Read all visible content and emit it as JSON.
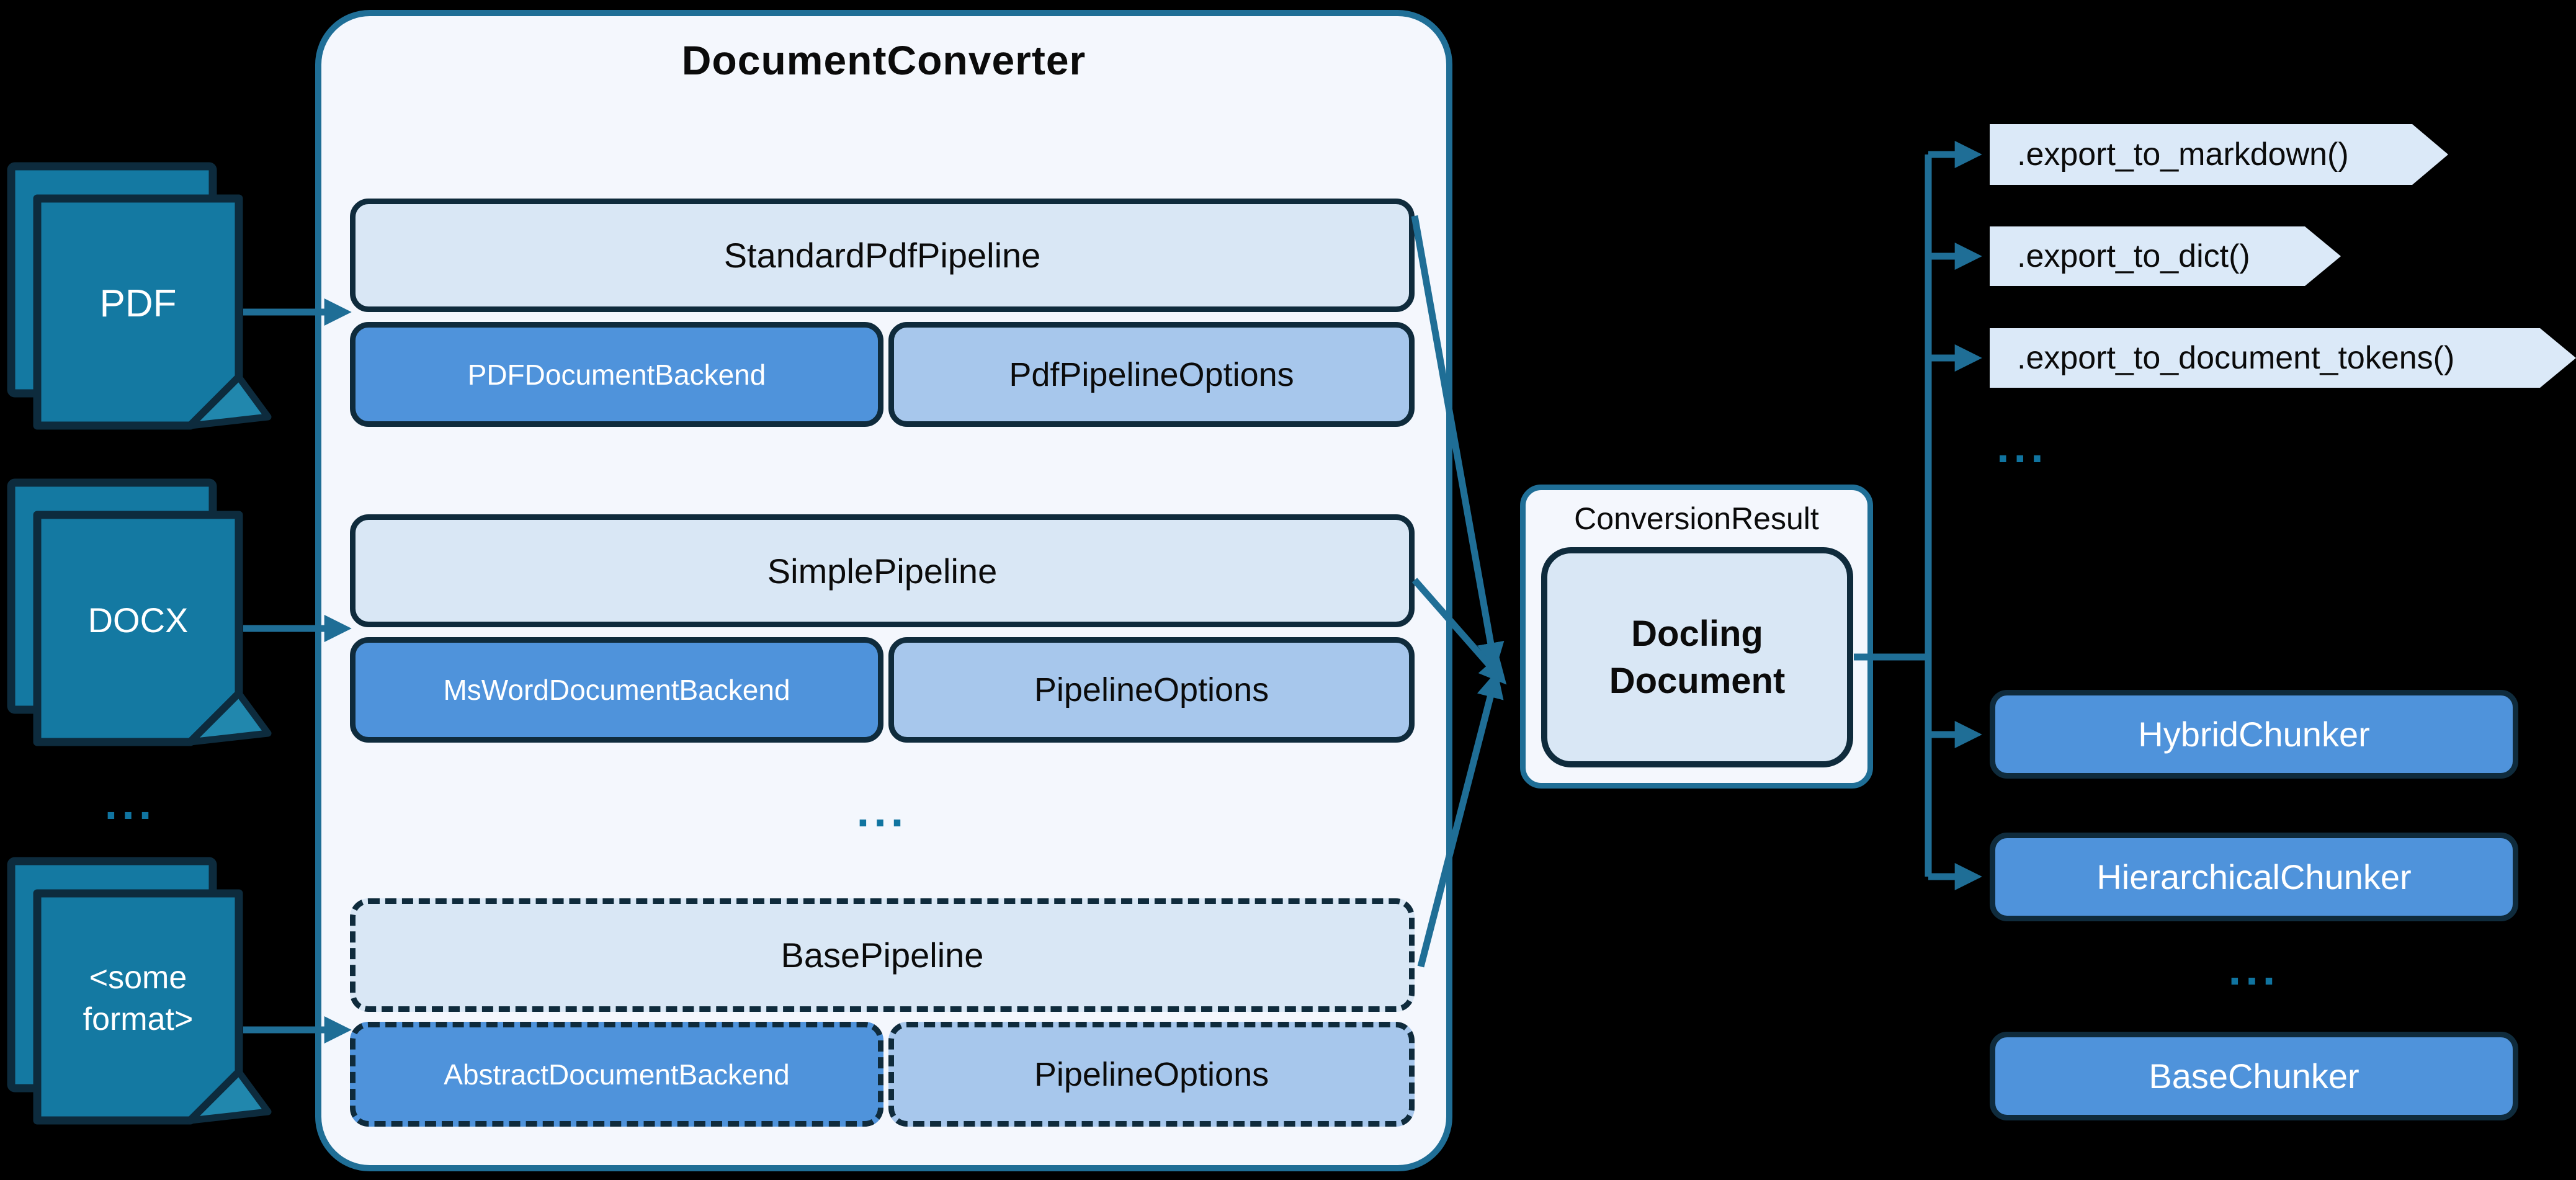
{
  "converter": {
    "title": "DocumentConverter",
    "ellipsis": "...",
    "pipelines": [
      {
        "name": "StandardPdfPipeline",
        "backend": "PDFDocumentBackend",
        "options": "PdfPipelineOptions"
      },
      {
        "name": "SimplePipeline",
        "backend": "MsWordDocumentBackend",
        "options": "PipelineOptions"
      },
      {
        "name": "BasePipeline",
        "backend": "AbstractDocumentBackend",
        "options": "PipelineOptions"
      }
    ]
  },
  "inputs": {
    "pdf": "PDF",
    "docx": "DOCX",
    "ellipsis": "...",
    "some_format_line1": "<some",
    "some_format_line2": "format>"
  },
  "result": {
    "wrapper_label": "ConversionResult",
    "document_line1": "Docling",
    "document_line2": "Document"
  },
  "exports": {
    "items": [
      ".export_to_markdown()",
      ".export_to_dict()",
      ".export_to_document_tokens()"
    ],
    "ellipsis": "..."
  },
  "chunkers": {
    "items": [
      "HybridChunker",
      "HierarchicalChunker"
    ],
    "ellipsis": "...",
    "base": "BaseChunker"
  },
  "colors": {
    "canvas_bg": "#000000",
    "teal_accent": "#1F6E96",
    "icon_fill": "#1479A2",
    "icon_border": "#0D2B3D",
    "panel_bg": "#F4F7FD",
    "box_light": "#D9E7F5",
    "box_medium": "#A7C7EC",
    "box_strong": "#4F93DB",
    "box_border": "#0F2B3C",
    "banner_bg": "#DBE9F8",
    "dots": "#1074A0"
  }
}
